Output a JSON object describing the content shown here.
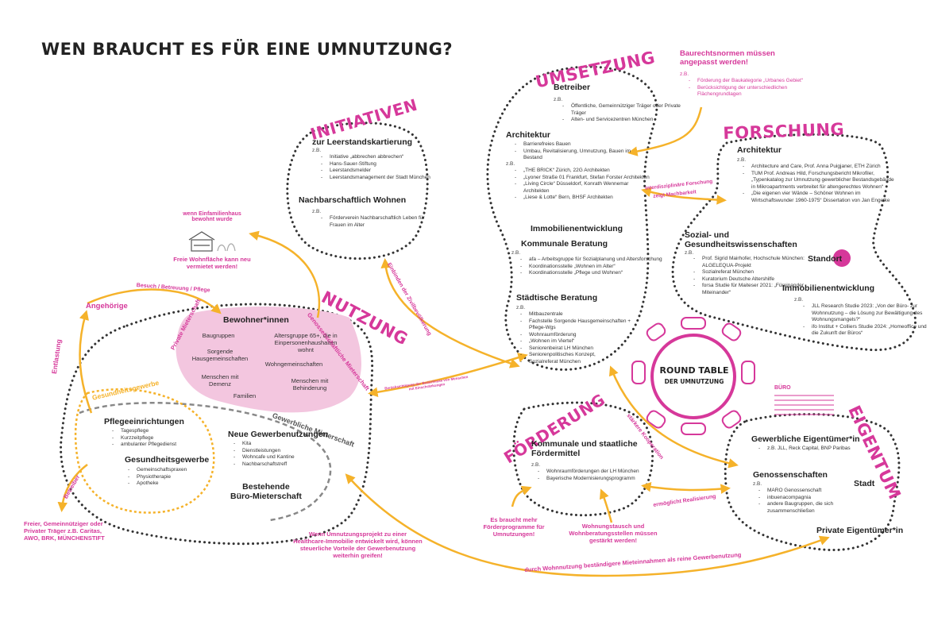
{
  "title": "WEN BRAUCHT ES FÜR EINE UMNUTZUNG?",
  "colors": {
    "accent": "#d6389a",
    "arrow": "#f5b22a",
    "blob": "#f3c6df",
    "dots": "#333333",
    "grey": "#888888"
  },
  "sections": {
    "initiativen": {
      "heading": "INITIATIVEN",
      "groups": [
        {
          "title": "zur Leerstandskartierung",
          "zb": "z.B.",
          "items": [
            "Initiative „abbrechen abbrechen“",
            "Hans-Sauer-Stiftung",
            "Leerstandsmelder",
            "Leerstandsmanagement der Stadt München"
          ]
        },
        {
          "title": "Nachbarschaftlich Wohnen",
          "zb": "z.B.",
          "items": [
            "Förderverein Nachbarschaftlich Leben für Frauen im Alter"
          ]
        }
      ]
    },
    "umsetzung": {
      "heading": "UMSETZUNG",
      "groups": [
        {
          "title": "Betreiber",
          "zb": "z.B.",
          "items": [
            "Öffentliche, Gemeinnütziger Träger oder Private Träger",
            "Alten- und Servicezentren München"
          ]
        },
        {
          "title": "Architektur",
          "zb": "",
          "items": [
            "Barrierefreies Bauen",
            "Umbau, Revitalisierung, Umnutzung, Bauen im Bestand"
          ]
        },
        {
          "title": "",
          "zb": "z.B.",
          "items": [
            "„THE BRICK“ Zürich, 22G Architekten",
            "„Lyoner Straße 01 Frankfurt, Stefan Forster Architekten",
            "„Living Circle“ Düsseldorf, Konrath Wennemar Architekten",
            "„Liese & Lotte“ Bern, BHSF Architekten"
          ]
        },
        {
          "title": "Immobilienentwicklung",
          "zb": "",
          "items": []
        },
        {
          "title": "Kommunale Beratung",
          "zb": "z.B.",
          "items": [
            "afa – Arbeitsgruppe für Sozialplanung und Altersforschung",
            "Koordinationsstelle „Wohnen im Alter“",
            "Koordinationsstelle „Pflege und Wohnen“"
          ]
        },
        {
          "title": "Städtische Beratung",
          "zb": "z.B.",
          "items": [
            "Mitbauzentrale",
            "Fachstelle Sorgende Hausgemeinschaften + Pflege-Wgs",
            "Wohnraumförderung",
            "„Wohnen im Viertel“",
            "Seniorenbeirat LH München",
            "Seniorenpolitisches Konzept,",
            "Sozialreferat München"
          ]
        }
      ]
    },
    "forschung": {
      "heading": "FORSCHUNG",
      "groups": [
        {
          "title": "Architektur",
          "zb": "z.B.",
          "items": [
            "Architecture and Care, Prof. Anna Puigjaner, ETH Zürich",
            "TUM Prof. Andreas Hild, Forschungsbericht Mikrofiler, „Typenkatalog zur Umnutzung gewerblicher Bestandsgebäude in Mikroapartments verbreitet für altengerechtes Wohnen“",
            "„Die eigenen vier Wände – Schöner Wohnen im Wirtschaftswunder 1960-1975“ Dissertation von Jan Engelke"
          ]
        },
        {
          "title": "Sozial- und Gesundheitswissenschaften",
          "zb": "z.B.",
          "items": [
            "Prof. Sigrid Mairhofer, Hochschule München: ALGELEQUA-Projekt",
            "Sozialreferat München",
            "Kuratorium Deutsche Altershilfe",
            "forsa Studie für Maiteser 2021: „Füreinander Miteinander“"
          ]
        },
        {
          "title": "Immobilienentwicklung",
          "zb": "z.B.",
          "items": [
            "JLL Research Studie 2023: „Von der Büro- zur Wohnnutzung – die Lösung zur Bewältigung des Wohnungsmangels?“",
            "ifo Institut + Colliers Studie 2024: „Homeoffice und die Zukunft der Büros“"
          ]
        }
      ],
      "standort": "Standort"
    },
    "baurecht": {
      "title": "Baurechtsnormen müssen angepasst werden!",
      "zb": "z.B.",
      "items": [
        "Förderung der Baukategorie „Urbanes Gebiet“",
        "Berücksichtigung der unterschiedlichen Flächengrundlagen"
      ]
    },
    "nutzung": {
      "heading": "NUTZUNG",
      "bewohner": {
        "title": "Bewohner*innen",
        "items": [
          "Baugruppen",
          "Altersgruppe 65+, die in Einpersonenhaushalten wohnt",
          "Sorgende Hausgemeinschaften",
          "Wohngemeinschaften",
          "Menschen mit Demenz",
          "Menschen mit Behinderung",
          "Familien"
        ]
      },
      "pflege": {
        "title": "Pflegeeinrichtungen",
        "items": [
          "Tagespflege",
          "Kurzzeitpflege",
          "ambulanter Pflegedienst"
        ]
      },
      "gesundheit": {
        "title": "Gesundheitsgewerbe",
        "items": [
          "Gemeinschaftspraxen",
          "Physiotherapie",
          "Apotheke"
        ]
      },
      "neue": {
        "title": "Neue Gewerbenutzungen",
        "items": [
          "Kita",
          "Dienstleistungen",
          "Wohncafe und Kantine",
          "Nachbarschaftstreff"
        ]
      },
      "buero": "Bestehende\nBüro-Mieterschaft",
      "gesundheitsgewerbe_label": "Gesundheitsgewerbe",
      "private_label": "Private Mieterschaft",
      "genossen_label": "Genossenschaftliche Mieterschaft",
      "gewerbliche_label": "Gewerbliche Mieterschaft"
    },
    "round_table": {
      "line1": "ROUND TABLE",
      "line2": "DER UMNUTZUNG"
    },
    "foerderung": {
      "heading": "FÖRDERUNG",
      "title": "Kommunale und staatliche Fördermittel",
      "zb": "z.B.",
      "items": [
        "Wohnraumförderungen der LH München",
        "Bayerische Modernisierungsprogramm"
      ]
    },
    "eigentum": {
      "heading": "EIGENTUM",
      "gewerblich": {
        "title": "Gewerbliche Eigentümer*in",
        "items": [
          "z.B. JLL, Reck Capital, BNP Paribas"
        ]
      },
      "genossen": {
        "title": "Genossenschaften",
        "zb": "z.B.",
        "items": [
          "MARO Genossenschaft",
          "inbuenacompagnia",
          "andere Baugruppen, die sich zusammenschließen"
        ]
      },
      "stadt": "Stadt",
      "private": "Private Eigentümer*in",
      "buero": "BÜRO"
    },
    "notes": {
      "efh": "wenn Einfamilienhaus bewohnt wurde",
      "freie": "Freie Wohnfläche kann neu vermietet werden!",
      "angehoerige": "Angehörige",
      "besuch": "Besuch / Betreuung / Pflege",
      "entlastung": "Entlastung",
      "betreiber": "Betreiber",
      "traeger": "Freier, Gemeinnütziger oder Privater Träger z.B. Caritas, AWO, BRK, MÜNCHENSTIFT",
      "einbinden": "Einbinden der Zivilbevölkerung",
      "beruecksichtigung": "Berücksichtigung der Bedürfnisse von Menschen mit Einschränkungen",
      "interdisziplinaer": "Interdisziplinäre Forschung",
      "machbarkeit": "zeigt Machbarkeit",
      "kooperation": "stärkere Kooperation",
      "realisierung": "ermöglicht Realisierung",
      "mehr_foerder": "Es braucht mehr Förderprogramme für Umnutzungen!",
      "wohnungstausch": "Wohnungstausch und Wohnberatungsstellen müssen gestärkt werden!",
      "healthcare": "Wenn Umnutzungsprojekt zu einer Healthcare-Immobilie entwickelt wird, können steuerliche Vorteile der Gewerbenutzung weiterhin greifen!",
      "mieteinnahmen": "durch Wohnnutzung beständigere Mieteinnahmen als reine Gewerbenutzung"
    }
  }
}
